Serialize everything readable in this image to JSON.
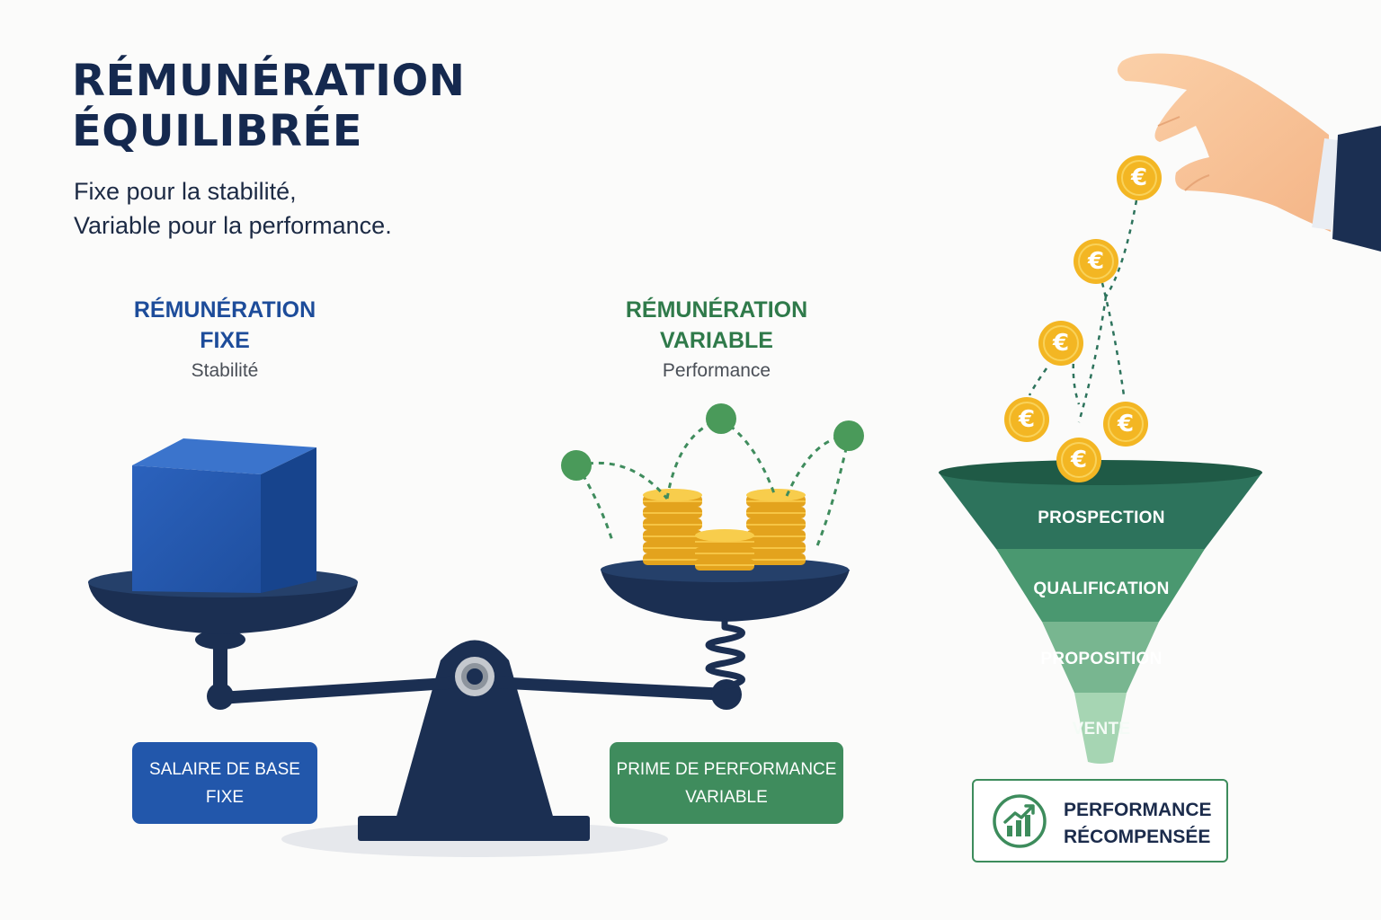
{
  "title": {
    "line1": "RÉMUNÉRATION",
    "line2": "ÉQUILIBRÉE"
  },
  "subtitle": {
    "line1": "Fixe pour la stabilité,",
    "line2": "Variable pour la performance."
  },
  "fixed": {
    "heading_line1": "RÉMUNÉRATION",
    "heading_line2": "FIXE",
    "sub": "Stabilité",
    "tag_line1": "SALAIRE DE BASE",
    "tag_line2": "FIXE"
  },
  "variable": {
    "heading_line1": "RÉMUNÉRATION",
    "heading_line2": "VARIABLE",
    "sub": "Performance",
    "tag_line1": "PRIME DE PERFORMANCE",
    "tag_line2": "VARIABLE"
  },
  "funnel": {
    "stages": [
      "PROSPECTION",
      "QUALIFICATION",
      "PROPOSITION",
      "VENTE"
    ]
  },
  "coin_symbol": "€",
  "badge": {
    "line1": "PERFORMANCE",
    "line2": "RÉCOMPENSÉE"
  },
  "colors": {
    "navy": "#1b2f52",
    "fixed_blue": "#2257ab",
    "variable_green": "#3f8c5d",
    "coin_gold": "#f3b623",
    "funnel_dark": "#2d735c",
    "funnel_light": "#a6d5b3"
  },
  "icons": [
    "blue-cube-icon",
    "coin-stack-icon",
    "balance-scale-icon",
    "spring-icon",
    "funnel-icon",
    "hand-icon",
    "euro-coin-icon",
    "growth-chart-icon"
  ]
}
